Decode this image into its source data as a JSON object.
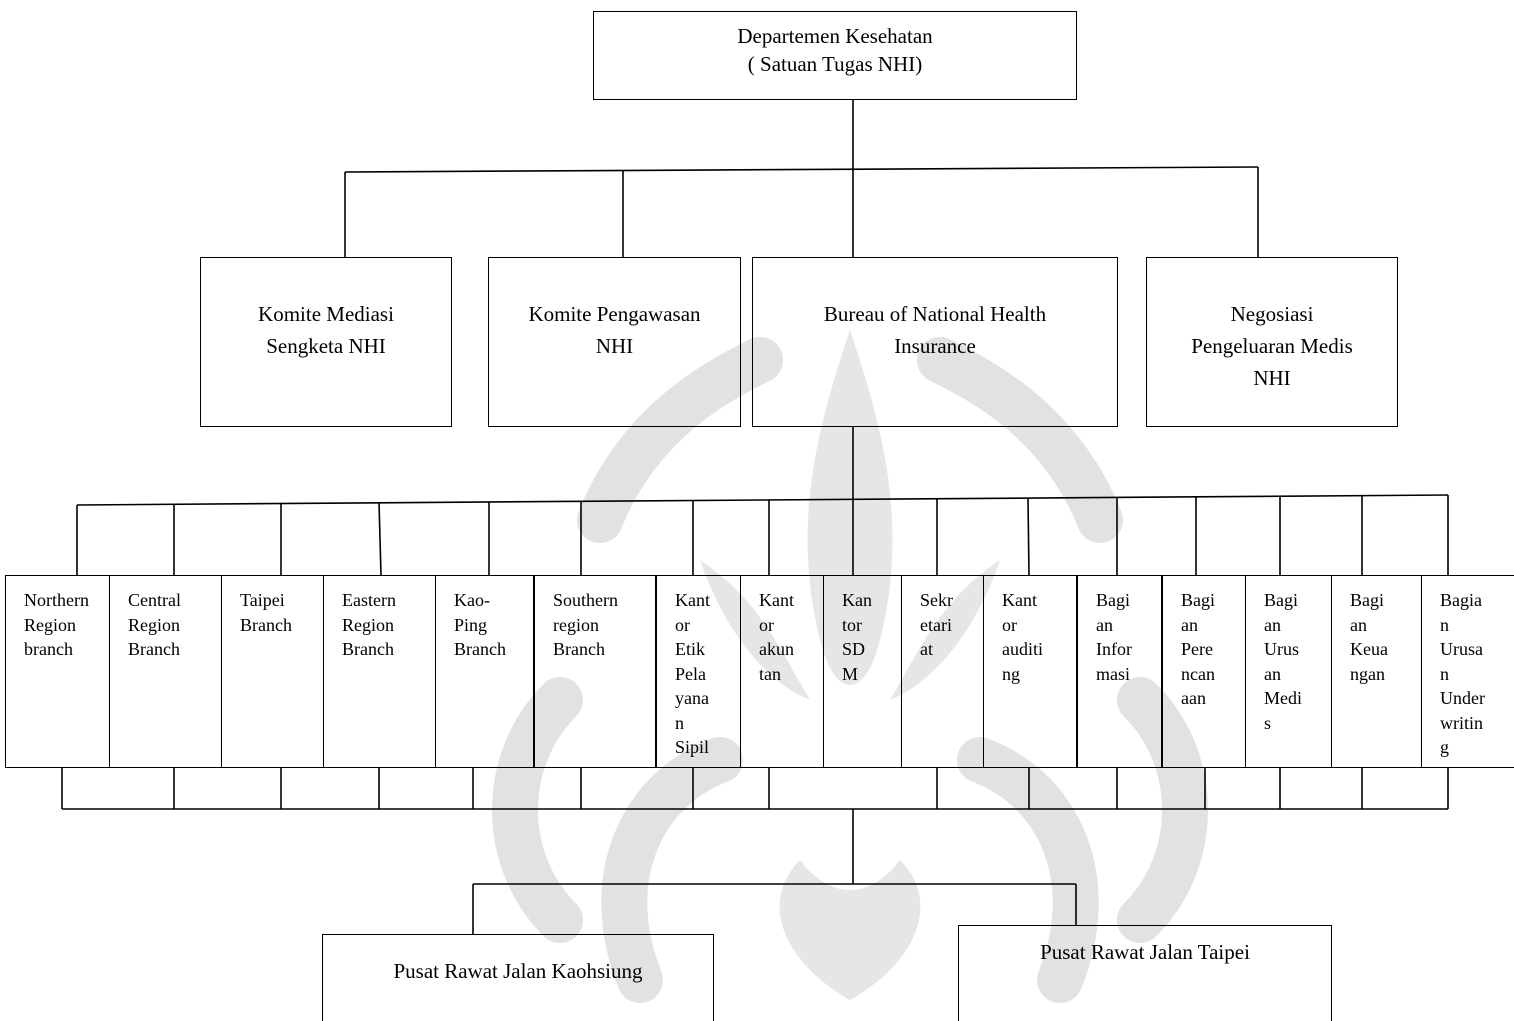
{
  "colors": {
    "line": "#000000",
    "watermark": "#d9d9d9",
    "background": "#ffffff"
  },
  "icons": {
    "watermark": "university-seal-icon"
  },
  "root": {
    "line1": "Departemen Kesehatan",
    "line2": "( Satuan Tugas NHI)"
  },
  "level2": [
    {
      "label": "Komite Mediasi\nSengketa NHI"
    },
    {
      "label": "Komite Pengawasan\nNHI"
    },
    {
      "label": "Bureau of National Health\nInsurance"
    },
    {
      "label": "Negosiasi\nPengeluaran Medis\nNHI"
    }
  ],
  "units": [
    {
      "label": "Northern\nRegion\nbranch"
    },
    {
      "label": "Central\nRegion\nBranch"
    },
    {
      "label": "Taipei\nBranch"
    },
    {
      "label": "Eastern\nRegion\nBranch"
    },
    {
      "label": "Kao-\nPing\nBranch"
    },
    {
      "label": "Southern\nregion\nBranch"
    },
    {
      "label": "Kant\nor\nEtik\nPela\nyana\nn\nSipil"
    },
    {
      "label": "Kant\nor\nakun\ntan"
    },
    {
      "label": "Kan\ntor\nSD\nM"
    },
    {
      "label": "Sekr\netari\nat"
    },
    {
      "label": "Kant\nor\nauditi\nng"
    },
    {
      "label": "Bagi\nan\nInfor\nmasi"
    },
    {
      "label": "Bagi\nan\nPere\nncan\naan"
    },
    {
      "label": "Bagi\nan\nUrus\nan\nMedi\ns"
    },
    {
      "label": "Bagi\nan\nKeua\nngan"
    },
    {
      "label": "Bagia\nn\nUrusa\nn\nUnder\nwritin\ng"
    }
  ],
  "bottom": [
    {
      "label": "Pusat Rawat Jalan Kaohsiung"
    },
    {
      "label": "Pusat Rawat Jalan Taipei"
    }
  ]
}
